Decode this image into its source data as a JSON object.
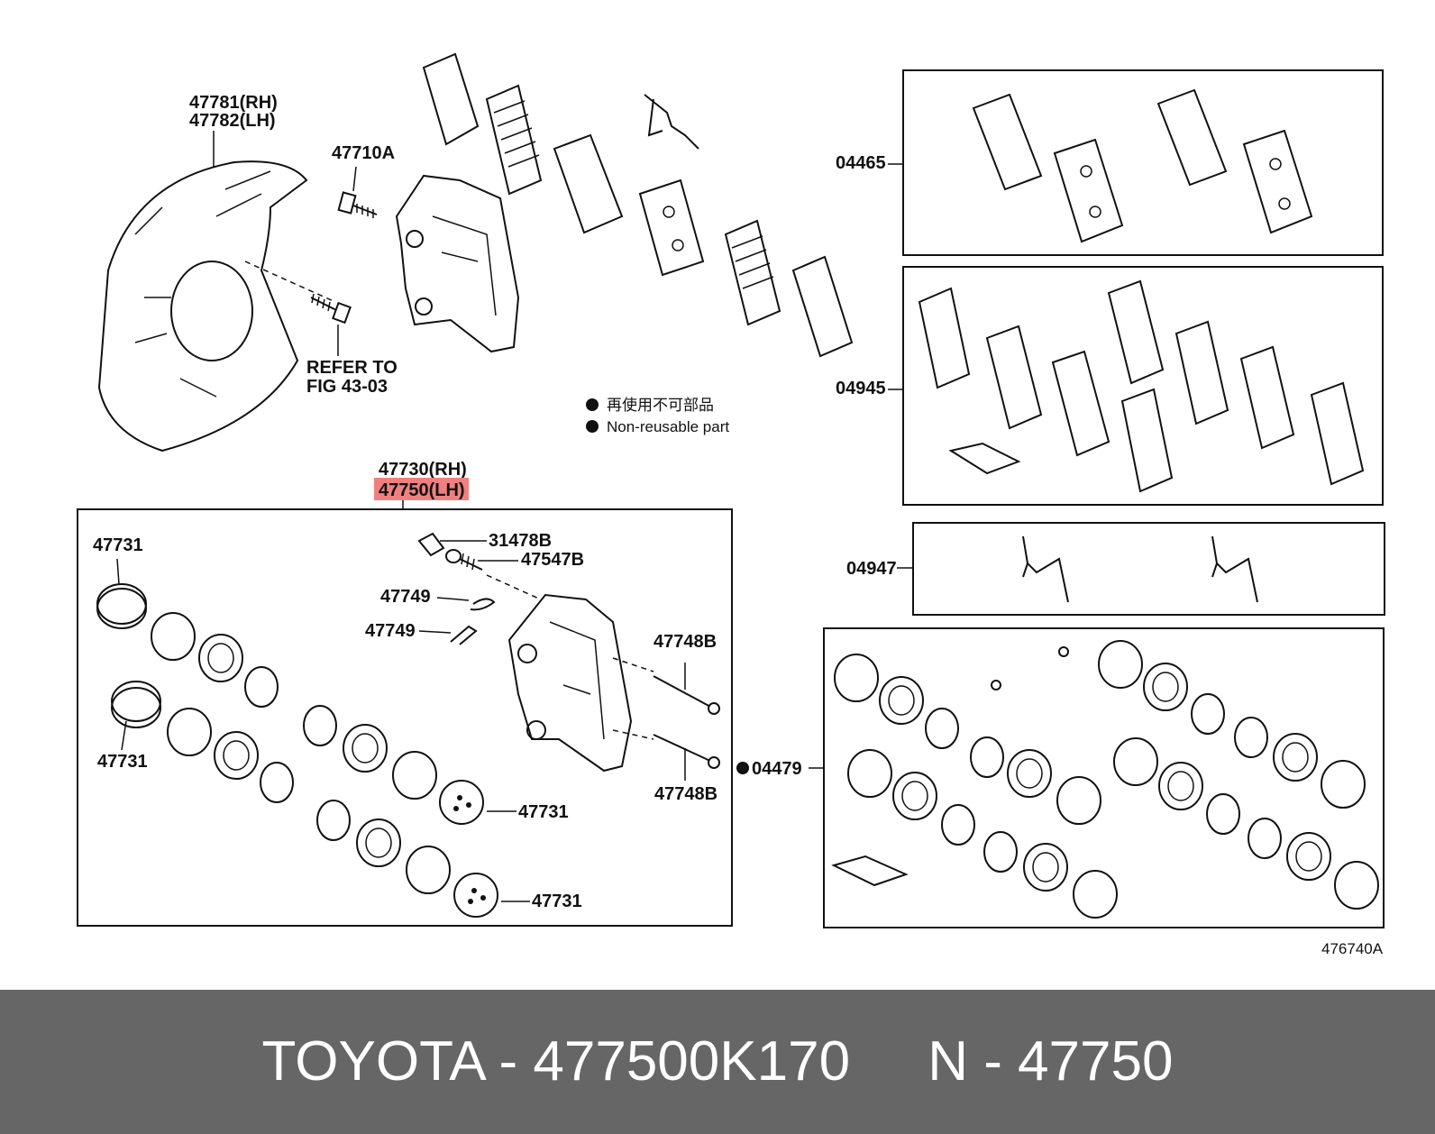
{
  "labels": {
    "shield_rh": "47781(RH)",
    "shield_lh": "47782(LH)",
    "bolt": "47710A",
    "refer_line1": "REFER TO",
    "refer_line2": "FIG 43-03",
    "legend_cn": "再使用不可部品",
    "legend_en": "Non-reusable part",
    "caliper_rh": "47730(RH)",
    "caliper_lh": "47750(LH)",
    "piston_a": "47731",
    "piston_b": "47731",
    "piston_c": "47731",
    "piston_d": "47731",
    "cap": "31478B",
    "bleeder": "47547B",
    "clip_a": "47749",
    "clip_b": "47749",
    "pin_a": "47748B",
    "pin_b": "47748B",
    "pad_kit": "04465",
    "shim_kit": "04945",
    "spring_kit": "04947",
    "seal_kit": "04479",
    "figure_code": "476740A"
  },
  "highlight_color": "#f08080",
  "footer": {
    "text": "TOYOTA - 477500K170     N - 47750"
  }
}
